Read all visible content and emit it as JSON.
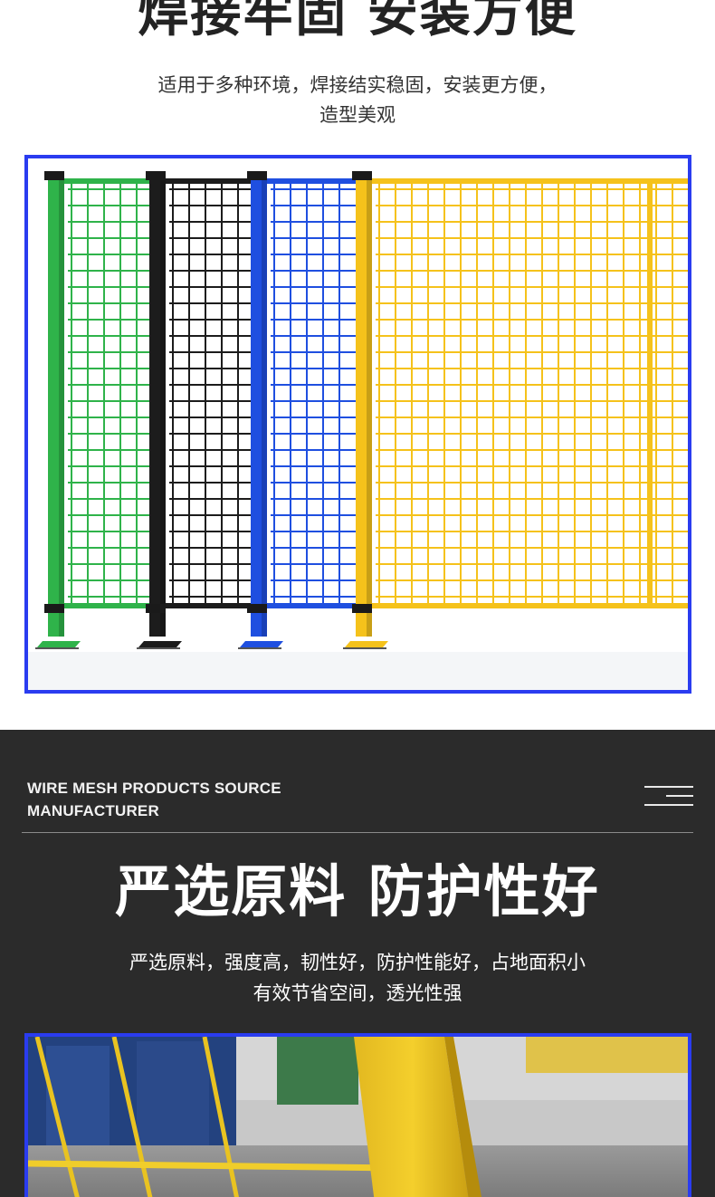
{
  "section1": {
    "title": "焊接牢固 安装方便",
    "desc_line1": "适用于多种环境，焊接结实稳固，安装更方便，",
    "desc_line2": "造型美观",
    "panel_colors": [
      "#2fb34a",
      "#1c1c1c",
      "#1f4fe0",
      "#f5c21b"
    ],
    "frame_color": "#2a3cf0"
  },
  "section2": {
    "eng_line1": "WIRE MESH PRODUCTS SOURCE",
    "eng_line2": "MANUFACTURER",
    "menu_icon": "menu-lines-icon",
    "title": "严选原料 防护性好",
    "desc_line1": "严选原料，强度高，韧性好，防护性能好，占地面积小",
    "desc_line2": "有效节省空间，透光性强",
    "background_color": "#2b2b2b"
  }
}
